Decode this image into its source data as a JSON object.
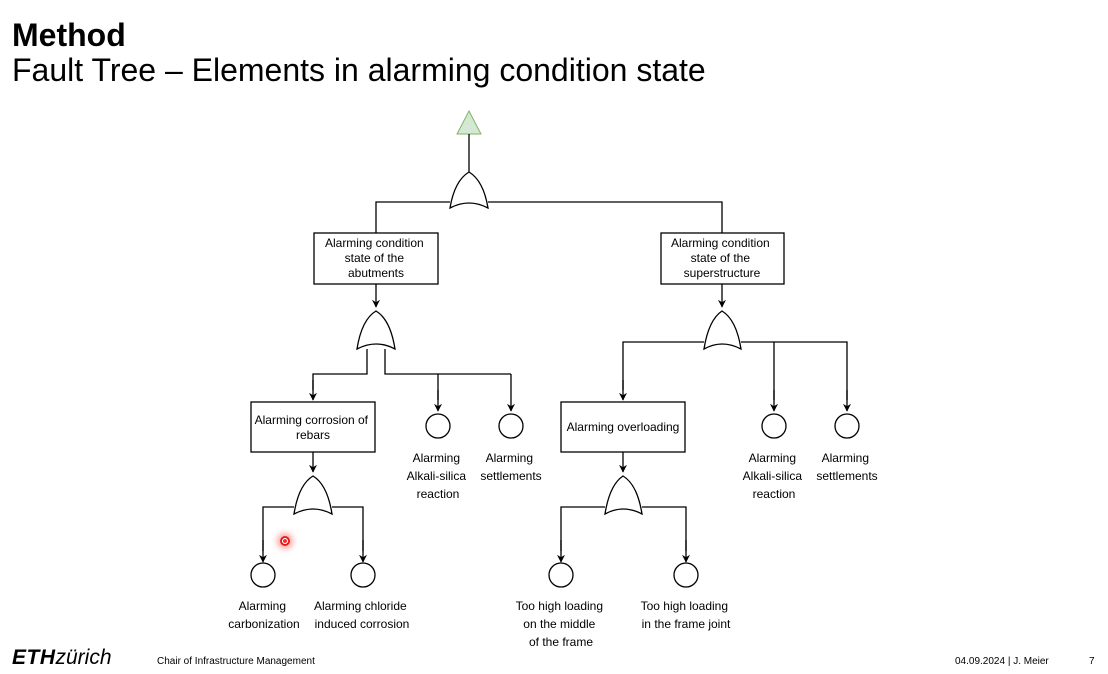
{
  "header": {
    "title": "Method",
    "subtitle": "Fault Tree – Elements in alarming condition state"
  },
  "fault_tree": {
    "top_event": {
      "icon": "transfer-triangle-icon",
      "color": "#d5e8d4",
      "stroke": "#82b366"
    },
    "nodes": {
      "abutments": [
        "Alarming condition",
        "state of the",
        "abutments"
      ],
      "superstructure": [
        "Alarming condition",
        "state of the",
        "superstructure"
      ],
      "corrosion": [
        "Alarming corrosion of",
        "rebars"
      ],
      "overloading": [
        "Alarming overloading"
      ],
      "asr_left": [
        "Alarming",
        "Alkali-silica",
        "reaction"
      ],
      "settlements_left": [
        "Alarming",
        "settlements"
      ],
      "asr_right": [
        "Alarming",
        "Alkali-silica",
        "reaction"
      ],
      "settlements_right": [
        "Alarming",
        "settlements"
      ],
      "carbonization": [
        "Alarming",
        "carbonization"
      ],
      "chloride": [
        "Alarming chloride",
        "induced corrosion"
      ],
      "load_middle": [
        "Too high loading",
        "on the middle",
        "of the frame"
      ],
      "load_joint": [
        "Too high loading",
        "in the frame joint"
      ]
    }
  },
  "footer": {
    "logo_eth": "ETH",
    "logo_zurich": "zürich",
    "chair": "Chair of Infrastructure Management",
    "date_author": "04.09.2024 | J. Meier",
    "page": "7"
  },
  "colors": {
    "cursor": "#e31c1c",
    "line": "#000000"
  }
}
